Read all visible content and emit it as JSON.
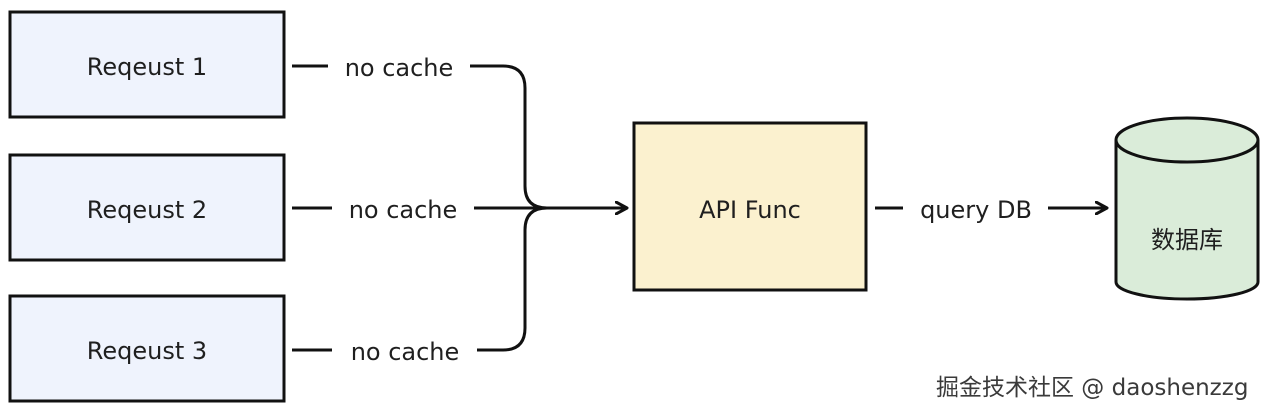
{
  "diagram": {
    "requests": [
      {
        "label": "Reqeust 1",
        "edge_label": "no cache"
      },
      {
        "label": "Reqeust 2",
        "edge_label": "no cache"
      },
      {
        "label": "Reqeust 3",
        "edge_label": "no cache"
      }
    ],
    "api": {
      "label": "API Func"
    },
    "db_edge_label": "query DB",
    "database": {
      "label": "数据库"
    },
    "colors": {
      "request_fill": "#eff3fd",
      "api_fill": "#fbf1cf",
      "db_fill": "#daecd9",
      "stroke": "#111111"
    }
  },
  "watermark": "掘金技术社区 @ daoshenzzg"
}
